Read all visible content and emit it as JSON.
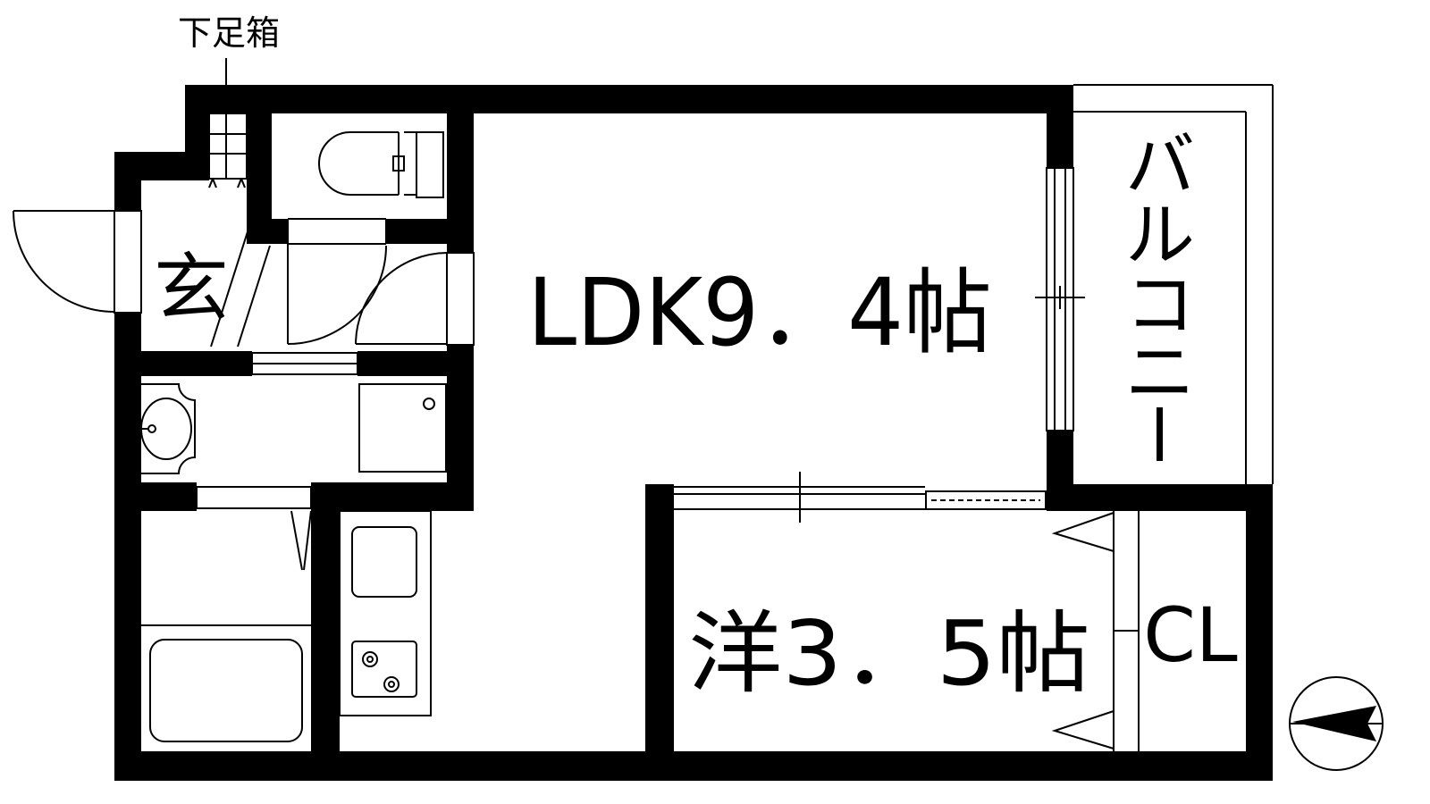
{
  "labels": {
    "shoe_box": "下足箱",
    "entrance": "玄",
    "ldk": "LDK9．4帖",
    "western_room": "洋3．5帖",
    "closet": "CL",
    "balcony": [
      "バ",
      "ル",
      "コ",
      "ニ",
      "ー"
    ]
  },
  "colors": {
    "wall": "#000000",
    "line": "#000000",
    "background": "#ffffff"
  },
  "icons": {
    "compass": "north-arrow-compass-icon",
    "toilet": "toilet-icon",
    "washbasin": "washbasin-icon",
    "washer": "washing-machine-pan-icon",
    "bathtub": "bathtub-icon",
    "sink": "kitchen-sink-icon",
    "stove": "gas-stove-icon"
  }
}
